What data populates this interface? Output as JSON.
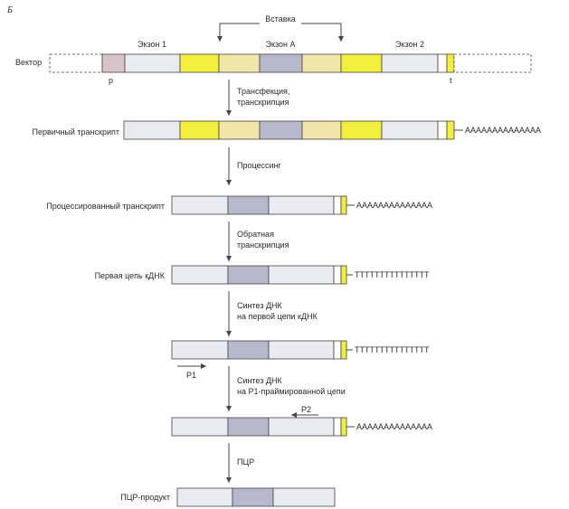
{
  "panel_label": "Б",
  "insert_label": "Вставка",
  "exon_labels": {
    "exon1": "Экзон 1",
    "exonA": "Экзон А",
    "exon2": "Экзон 2"
  },
  "vector_label": "Вектор",
  "promoter_label": "p",
  "terminator_label": "t",
  "row_labels": {
    "primary": "Первичный транскрипт",
    "processed": "Процессированный транскрипт",
    "first_strand": "Первая цепь кДНК",
    "pcr_product": "ПЦР-продукт"
  },
  "step_labels": {
    "s1a": "Трансфекция,",
    "s1b": "транскрипция",
    "s2": "Процессинг",
    "s3a": "Обратная",
    "s3b": "транскрипция",
    "s4a": "Синтез ДНК",
    "s4b": "на первой цепи кДНК",
    "s5a": "Синтез ДНК",
    "s5b": "на P1-праймированной цепи",
    "s6": "ПЦР"
  },
  "tails": {
    "polyA_primary": "AAAAAAAAAAAAAA",
    "polyA_processed": "AAAAAAAAAAAAAA",
    "polyT_first": "TTTTTTTTTTTTTTT",
    "polyT_second": "TTTTTTTTTTTTTTT",
    "polyA_last": "AAAAAAAAAAAAAA"
  },
  "primers": {
    "p1": "P1",
    "p2": "P2"
  },
  "colors": {
    "exon": "#eaeaf2",
    "exonA": "#b8b8cc",
    "yellow": "#f2ef3c",
    "light_yellow": "#f1e6a8",
    "pink": "#d8c3c6",
    "line": "#444444"
  }
}
